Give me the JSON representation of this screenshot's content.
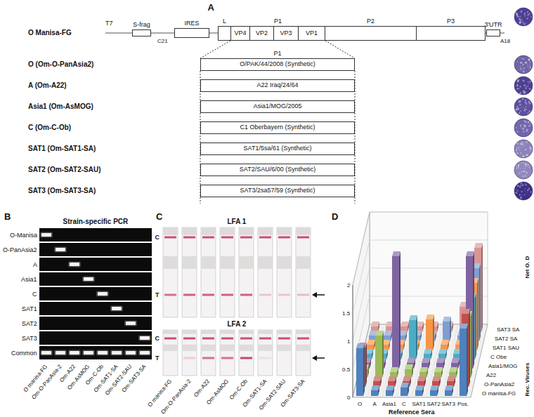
{
  "diagram": {
    "nodes": [
      {
        "text": [
          "S-frag"
        ]
      },
      {
        "text": [
          "IRES"
        ]
      },
      {
        "text": [
          "L"
        ]
      },
      {
        "text": [
          "P1"
        ]
      },
      {
        "text": [
          "VP4"
        ],
        "in": 3
      },
      {
        "text": [
          "VP2"
        ],
        "in": 3
      },
      {
        "text": [
          "VP3"
        ],
        "in": 3
      },
      {
        "text": [
          "VP1"
        ],
        "in": 3
      },
      {
        "text": [
          "P2"
        ]
      },
      {
        "text": [
          "P3"
        ]
      },
      {
        "text": [
          "3'UTR"
        ]
      },
      {
        "text": [
          "P1",
          "O/PAK/44/2008 (Synthetic)"
        ]
      },
      {
        "text": [
          "A22 Iraq/24/64"
        ]
      },
      {
        "text": [
          "Asia1/MOG/2005"
        ]
      },
      {
        "text": [
          "C1 Oberbayern (Synthetic)"
        ]
      },
      {
        "text": [
          "SAT1/5sa/61 (Synthetic)"
        ]
      },
      {
        "text": [
          "SAT2/SAU/6/00 (Synthetic)"
        ]
      },
      {
        "text": [
          "SAT3/2sa57/59 (Synthetic)"
        ]
      }
    ],
    "edges": [
      {
        "from": 3,
        "to": 11,
        "arrow": "none"
      }
    ],
    "labels": [
      "A",
      "T7",
      "C21",
      "A18",
      "O Manisa-FG",
      "O (Om-O-PanAsia2)",
      "A (Om-A22)",
      "Asia1 (Om-AsMOG)",
      "C (Om-C-Ob)",
      "SAT1 (Om-SAT1-SA)",
      "SAT2 (Om-SAT2-SAU)",
      "SAT3 (Om-SAT3-SA)",
      "B",
      "Strain-specific PCR",
      "O-Manisa",
      "O-PanAsia2",
      "A",
      "Asia1",
      "C",
      "SAT1",
      "SAT2",
      "SAT3",
      "Common",
      "O manisa-FG",
      "Om-O-PanAsia-2",
      "Om-A22",
      "Om-AsMOG",
      "Om-C-Ob",
      "Om-SAT1-SA",
      "Om-SAT2-SAU",
      "Om-SAT3-SA",
      "C",
      "LFA 1",
      "C",
      "T",
      "LFA 2",
      "C",
      "T",
      "O manisa-FG",
      "Om-O-PanAsia-2",
      "Om-A22",
      "Om-AsMOG",
      "Om-C-Ob",
      "Om-SAT1-SA",
      "Om-SAT2-SAU",
      "Om-SAT3-SA",
      "D",
      "Net O. D",
      "0",
      "0.5",
      "1",
      "1.5",
      "2",
      "O",
      "A",
      "Asia1",
      "C",
      "SAT1",
      "SAT2",
      "SAT3",
      "Pos.",
      "Reference Sera",
      "SAT3 SA",
      "SAT2 SA",
      "SAT1 SAU",
      "C Obe",
      "Asia1/MOG",
      "A22",
      "O-PanAsia2",
      "O manisa-FG",
      "Rec. Viruses"
    ]
  }
}
